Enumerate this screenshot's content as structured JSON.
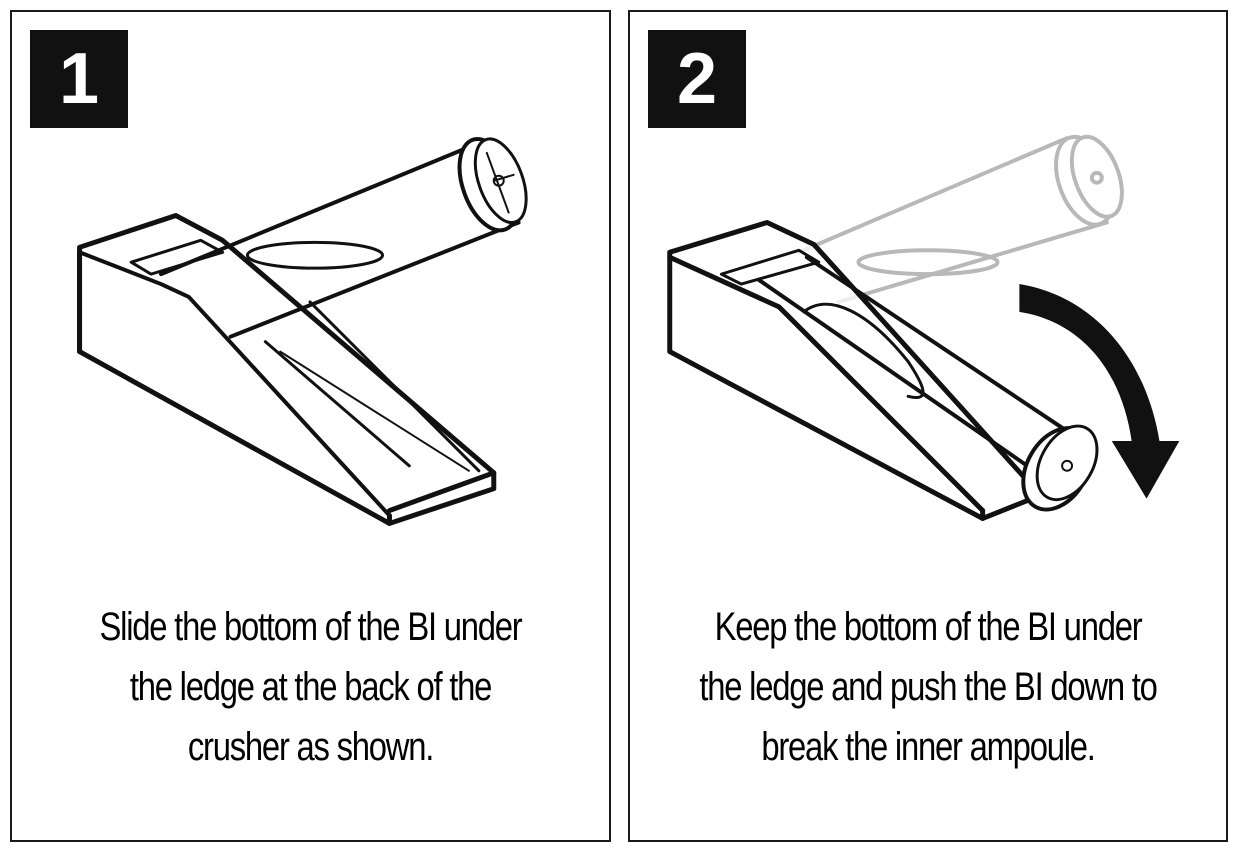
{
  "steps": [
    {
      "number": "1",
      "caption_lines": [
        "Slide the bottom of the BI under",
        "the ledge at the back of the",
        "crusher as shown."
      ],
      "illustration": "bi-tube-resting-on-crusher-ledge"
    },
    {
      "number": "2",
      "caption_lines": [
        "Keep the bottom of the BI under",
        "the ledge and push the BI down to",
        "break the inner ampoule."
      ],
      "illustration": "bi-tube-pushed-down-into-crusher",
      "arrow": "curved-down-arrow"
    }
  ],
  "colors": {
    "ink": "#111111",
    "ghost": "#b8b8b8",
    "background": "#ffffff"
  }
}
